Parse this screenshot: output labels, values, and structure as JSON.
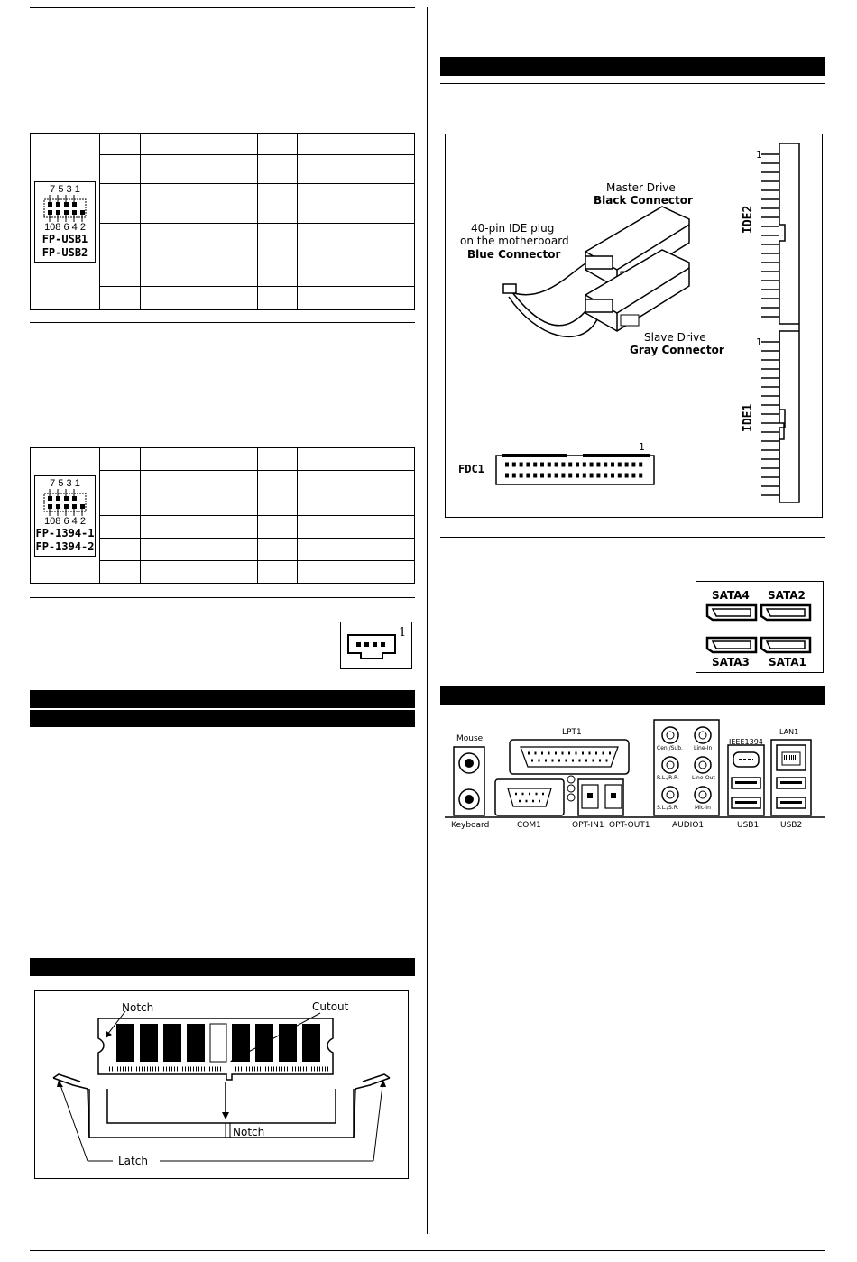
{
  "usb_header": {
    "top_pins": "7 5 3 1",
    "bottom_pins": "108 6 4 2",
    "labels": [
      "FP-USB1",
      "FP-USB2"
    ]
  },
  "ieee_header": {
    "top_pins": "7 5 3 1",
    "bottom_pins": "108 6 4 2",
    "labels": [
      "FP-1394-1",
      "FP-1394-2"
    ]
  },
  "fan_connector": {
    "pin1": "1"
  },
  "memory_diagram": {
    "notch_top": "Notch",
    "cutout": "Cutout",
    "notch_bottom": "Notch",
    "latch": "Latch"
  },
  "ide_diagram": {
    "master_title": "Master Drive",
    "master_connector": "Black Connector",
    "plug_line1": "40-pin IDE plug",
    "plug_line2": "on the motherboard",
    "plug_connector": "Blue Connector",
    "slave_title": "Slave Drive",
    "slave_connector": "Gray Connector",
    "ide2": "IDE2",
    "ide1": "IDE1",
    "ide2_pin": "1",
    "ide1_pin": "1",
    "fdc": "FDC1",
    "fdc_pin": "1"
  },
  "sata": {
    "tl": "SATA4",
    "tr": "SATA2",
    "bl": "SATA3",
    "br": "SATA1"
  },
  "rear_panel": {
    "mouse": "Mouse",
    "keyboard": "Keyboard",
    "lpt": "LPT1",
    "com": "COM1",
    "opt_in": "OPT-IN1",
    "opt_out": "OPT-OUT1",
    "audio": "AUDIO1",
    "ieee": "IEEE1394",
    "lan": "LAN1",
    "usb1": "USB1",
    "usb2": "USB2",
    "jacks": [
      "Cen./Sub.",
      "Line-In",
      "R.L./R.R.",
      "Line-Out",
      "S.L./S.R.",
      "Mic-In"
    ]
  }
}
